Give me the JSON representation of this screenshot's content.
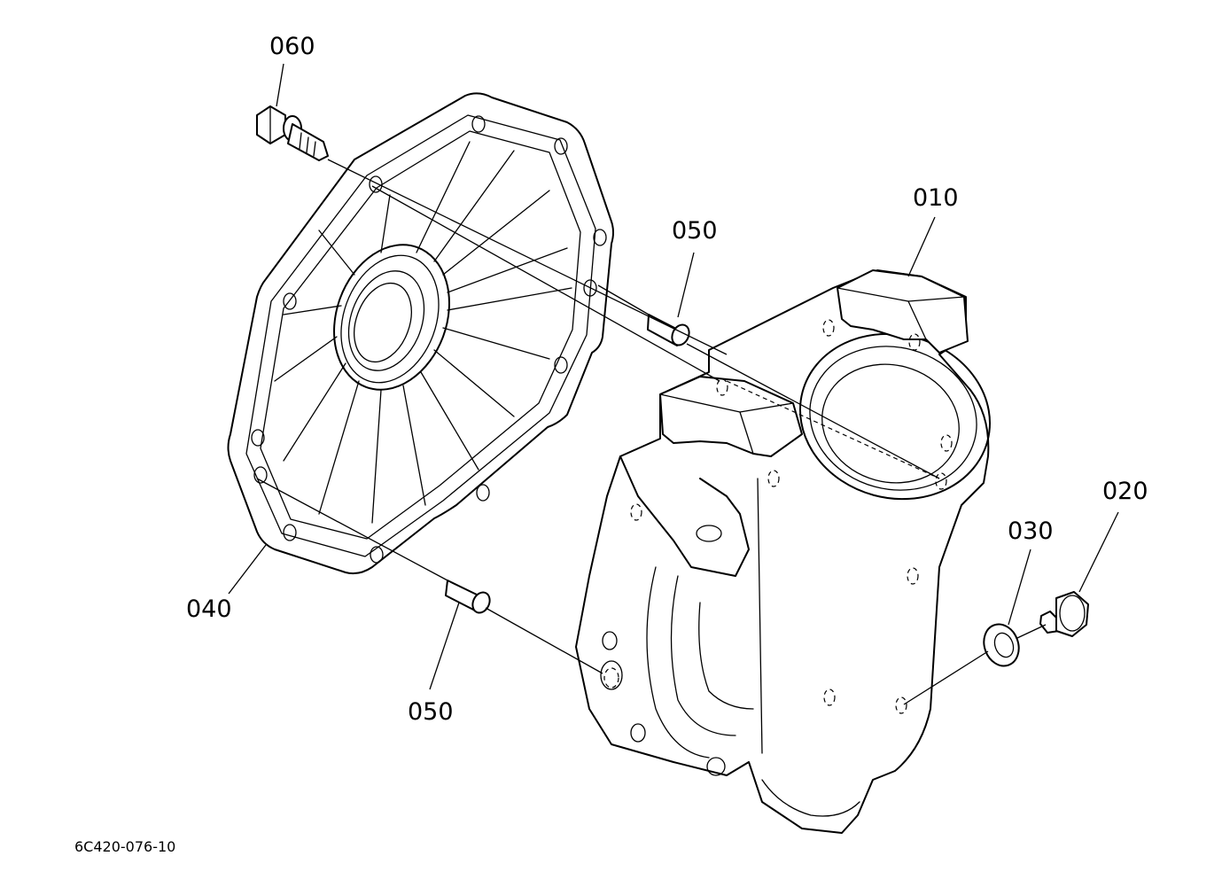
{
  "callouts": {
    "c060": "060",
    "c050_top": "050",
    "c010": "010",
    "c040": "040",
    "c050_bottom": "050",
    "c030": "030",
    "c020": "020"
  },
  "drawing_number": "6C420-076-10"
}
